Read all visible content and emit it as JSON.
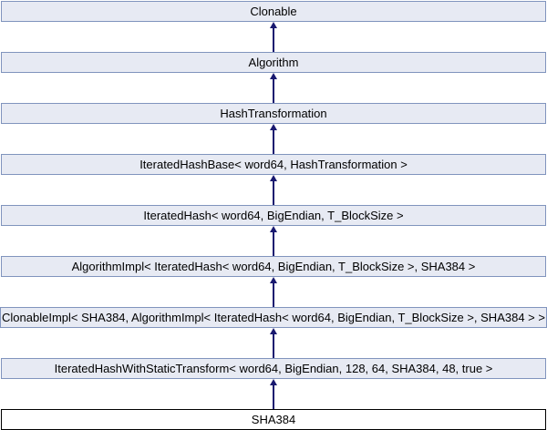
{
  "diagram": {
    "type": "class-inheritance-diagram",
    "arrow_direction": "child-points-up-to-parent",
    "nodes": [
      {
        "label": "Clonable",
        "highlighted": false
      },
      {
        "label": "Algorithm",
        "highlighted": false
      },
      {
        "label": "HashTransformation",
        "highlighted": false
      },
      {
        "label": "IteratedHashBase< word64, HashTransformation >",
        "highlighted": false
      },
      {
        "label": "IteratedHash< word64, BigEndian, T_BlockSize >",
        "highlighted": false
      },
      {
        "label": "AlgorithmImpl< IteratedHash< word64, BigEndian, T_BlockSize >, SHA384 >",
        "highlighted": false
      },
      {
        "label": "ClonableImpl< SHA384, AlgorithmImpl< IteratedHash< word64, BigEndian, T_BlockSize >, SHA384 > >",
        "highlighted": false
      },
      {
        "label": "IteratedHashWithStaticTransform< word64, BigEndian, 128, 64, SHA384, 48, true >",
        "highlighted": false
      },
      {
        "label": "SHA384",
        "highlighted": true
      }
    ],
    "colors": {
      "background": "#FFFFFF",
      "node_fill": "#E7EAF3",
      "node_border": "#8094BD",
      "highlight_fill": "#FFFFFF",
      "highlight_border": "#000000",
      "arrow": "#191970",
      "text": "#000000"
    }
  }
}
